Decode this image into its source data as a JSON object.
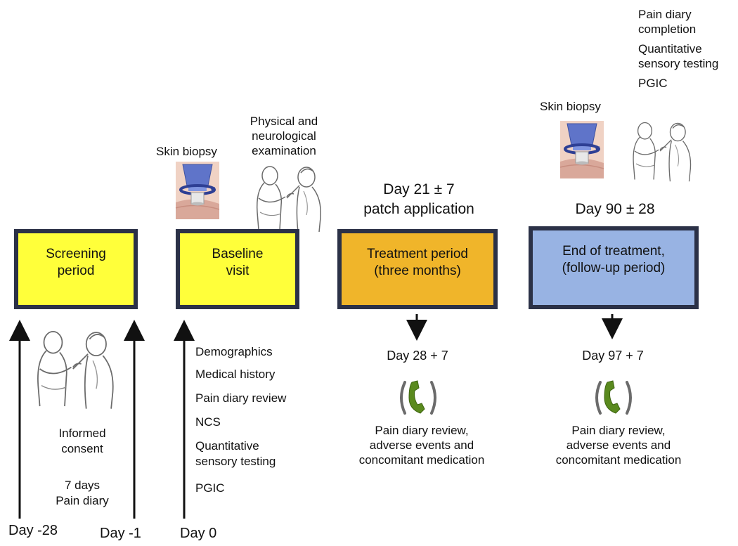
{
  "colors": {
    "yellow_box": "#ffff3a",
    "orange_box": "#f0b52a",
    "blue_box": "#98b3e3",
    "box_border": "#2b3147",
    "phone_green": "#5a8a1e",
    "biopsy_blue": "#5f74c9"
  },
  "boxes": {
    "screening": {
      "line1": "Screening",
      "line2": "period"
    },
    "baseline": {
      "line1": "Baseline",
      "line2": "visit"
    },
    "treatment": {
      "line1": "Treatment period",
      "line2": "(three months)"
    },
    "end": {
      "line1": "End of treatment,",
      "line2": "(follow-up period)"
    }
  },
  "day_labels": {
    "day_minus_28": "Day -28",
    "day_minus_1": "Day -1",
    "day_0": "Day 0",
    "day_21_line1": "Day 21 ± 7",
    "day_21_line2": "patch application",
    "day_90": "Day 90 ± 28",
    "day_28": "Day 28 + 7",
    "day_97": "Day 97 + 7"
  },
  "screening_notes": {
    "consent_line1": "Informed",
    "consent_line2": "consent",
    "diary_line1": "7 days",
    "diary_line2": "Pain diary"
  },
  "baseline_top": {
    "skin_biopsy": "Skin biopsy",
    "exam_line1": "Physical and",
    "exam_line2": "neurological",
    "exam_line3": "examination"
  },
  "baseline_list": [
    "Demographics",
    "Medical history",
    "Pain diary review",
    "NCS",
    "Quantitative",
    "sensory testing",
    "PGIC"
  ],
  "end_top": {
    "skin_biopsy": "Skin biopsy",
    "items": [
      "Pain diary",
      "completion",
      "Quantitative",
      "sensory testing",
      "PGIC"
    ]
  },
  "call_notes": {
    "line1": "Pain diary review,",
    "line2": "adverse events and",
    "line3": "concomitant medication"
  },
  "icons": {
    "biopsy": "skin-biopsy-punch-icon",
    "exam": "doctor-patient-exam-icon",
    "phone": "telephone-call-icon"
  }
}
